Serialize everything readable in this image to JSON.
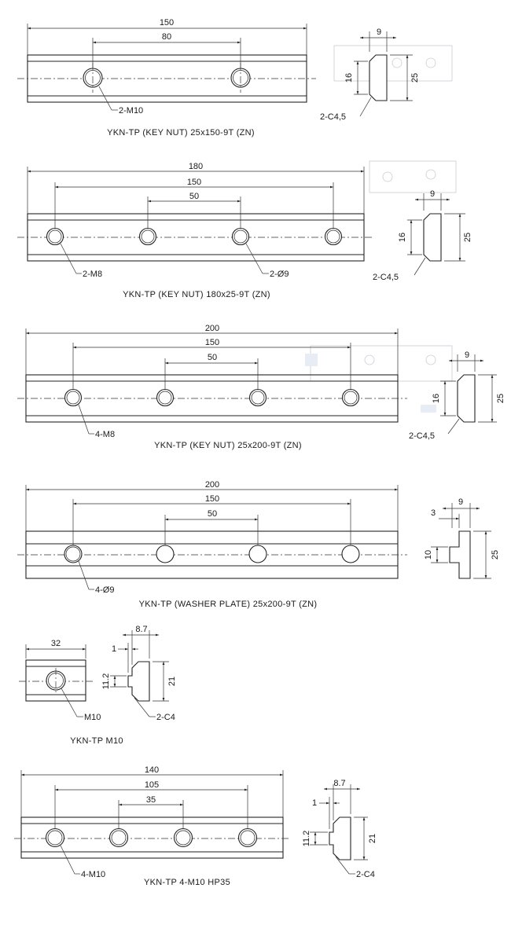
{
  "drawings": [
    {
      "id": "d1",
      "caption": "YKN-TP (KEY NUT) 25x150-9T (ZN)",
      "dims": [
        "150",
        "80"
      ],
      "holes_callout": "2-M10",
      "profile": {
        "width": "9",
        "slot": "16",
        "height": "25",
        "chamfer": "2-C4,5"
      }
    },
    {
      "id": "d2",
      "caption": "YKN-TP (KEY NUT) 180x25-9T (ZN)",
      "dims": [
        "180",
        "150",
        "50"
      ],
      "holes_callout": "2-M8",
      "holes_callout_2": "2-Ø9",
      "profile": {
        "width": "9",
        "slot": "16",
        "height": "25",
        "chamfer": "2-C4,5"
      }
    },
    {
      "id": "d3",
      "caption": "YKN-TP (KEY NUT) 25x200-9T (ZN)",
      "dims": [
        "200",
        "150",
        "50"
      ],
      "holes_callout": "4-M8",
      "profile": {
        "width": "9",
        "slot": "16",
        "height": "25",
        "chamfer": "2-C4,5"
      }
    },
    {
      "id": "d4",
      "caption": "YKN-TP (WASHER PLATE) 25x200-9T (ZN)",
      "dims": [
        "200",
        "150",
        "50"
      ],
      "holes_callout": "4-Ø9",
      "profile": {
        "width": "9",
        "step": "3",
        "slot": "10",
        "height": "25"
      }
    },
    {
      "id": "d5",
      "caption": "YKN-TP M10",
      "dims": [
        "32"
      ],
      "holes_callout": "M10",
      "profile": {
        "width": "8.7",
        "step": "1",
        "slot": "11.2",
        "height": "21",
        "chamfer": "2-C4"
      }
    },
    {
      "id": "d6",
      "caption": "YKN-TP 4-M10 HP35",
      "dims": [
        "140",
        "105",
        "35"
      ],
      "holes_callout": "4-M10",
      "profile": {
        "width": "8.7",
        "step": "1",
        "slot": "11.2",
        "height": "21",
        "chamfer": "2-C4"
      }
    }
  ]
}
